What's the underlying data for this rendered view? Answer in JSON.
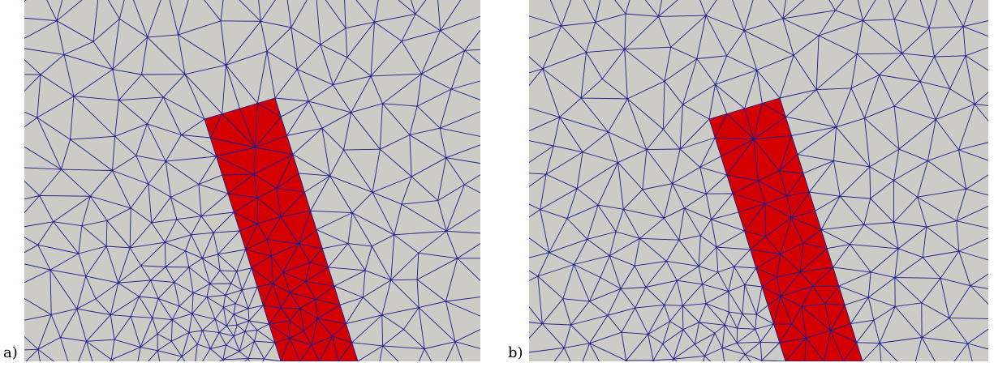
{
  "panels": [
    {
      "id": "a",
      "label": "a)",
      "mesh": "graded",
      "seed": 7
    },
    {
      "id": "b",
      "label": "b)",
      "mesh": "uniform",
      "seed": 23
    }
  ],
  "colors": {
    "background_fill": "#cdcbc6",
    "mesh_edge": "#1c1c8c",
    "inclusion_fill": "#d40000"
  }
}
